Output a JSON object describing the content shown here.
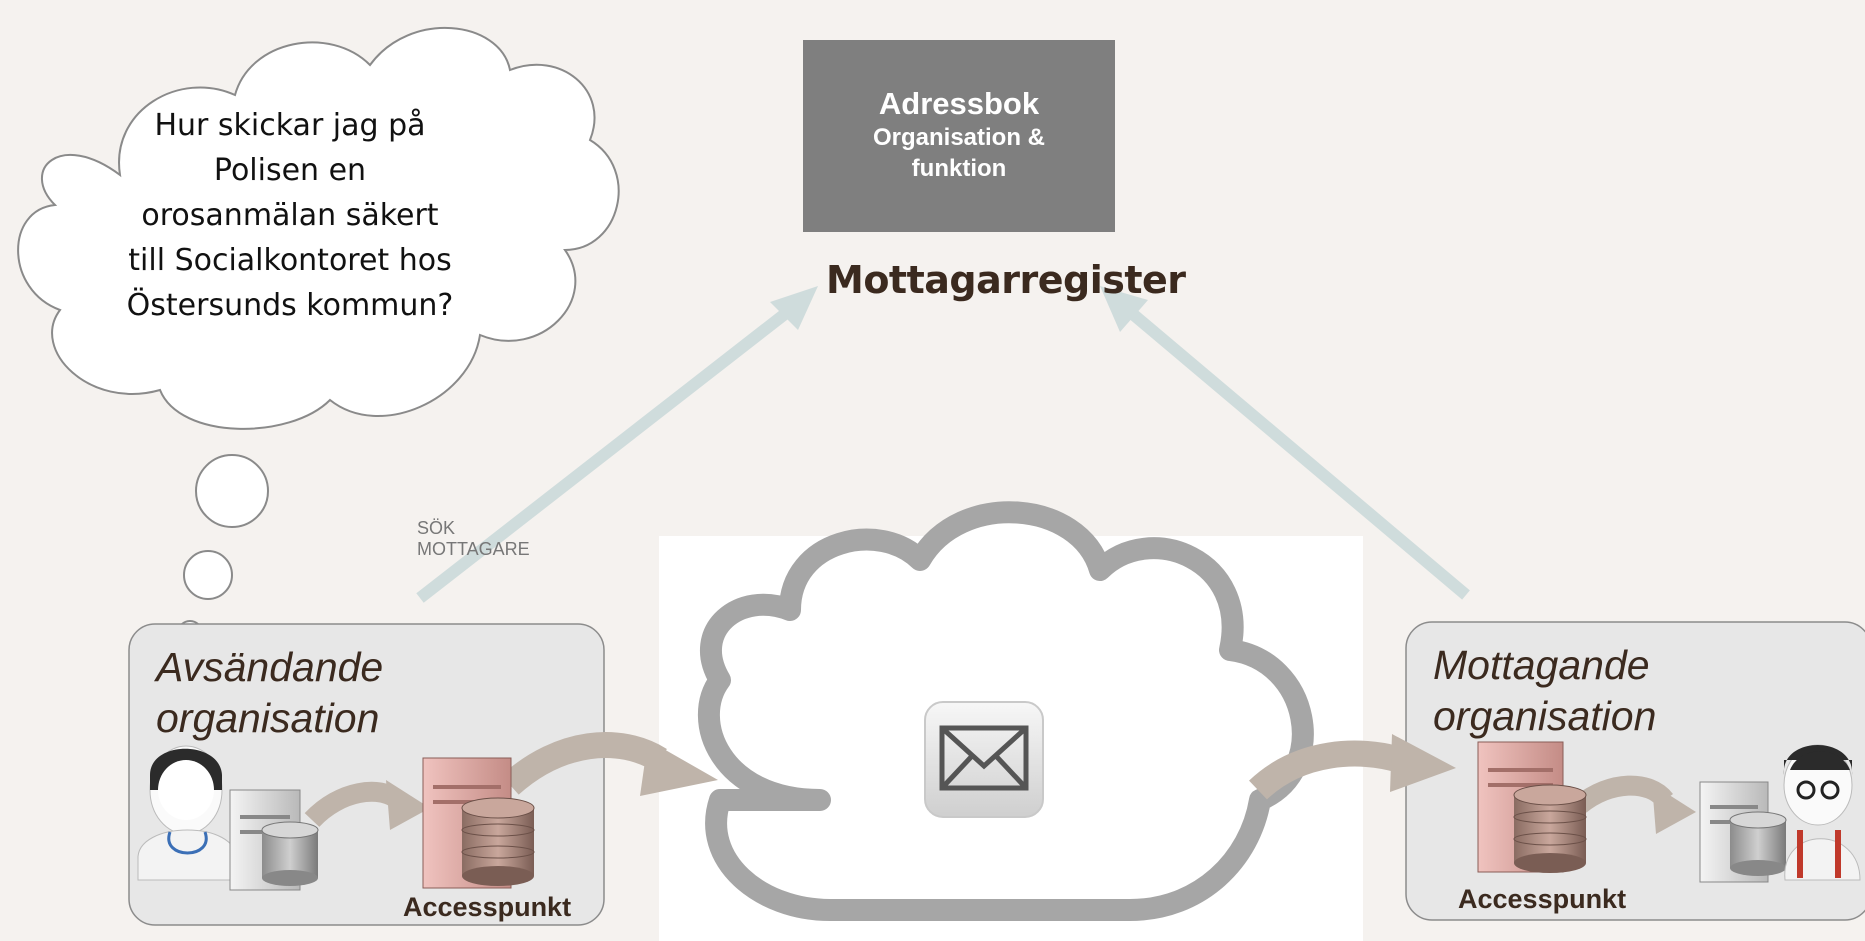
{
  "registry": {
    "box_title": "Adressbok",
    "box_subtitle_line1": "Organisation &",
    "box_subtitle_line2": "funktion",
    "label": "Mottagarregister"
  },
  "thought_bubble": {
    "lines": [
      "Hur skickar jag på",
      "Polisen en",
      "orosanmälan säkert",
      "till Socialkontoret hos",
      "Östersunds kommun?"
    ]
  },
  "search_label": {
    "line1": "SÖK",
    "line2": "MOTTAGARE"
  },
  "sender": {
    "title_line1": "Avsändande",
    "title_line2": "organisation",
    "access_point": "Accesspunkt"
  },
  "receiver": {
    "title_line1": "Mottagande",
    "title_line2": "organisation",
    "access_point": "Accesspunkt"
  },
  "icons": {
    "network": "cloud-icon",
    "message": "envelope-icon",
    "server": "server-icon",
    "database": "database-icon",
    "person": "person-icon"
  },
  "colors": {
    "background": "#f5f2ef",
    "registry_box": "#7f7f7f",
    "arrow_lookup": "#cfdcdc",
    "arrow_flow": "#bfb4aa",
    "access_server": "#d9a6a1",
    "org_box": "#e7e7e7"
  }
}
